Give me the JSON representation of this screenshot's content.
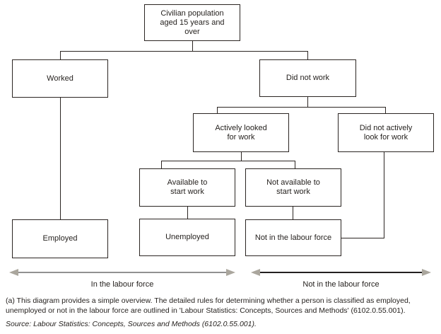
{
  "nodes": {
    "civilian": "Civilian population\naged 15 years and\nover",
    "worked": "Worked",
    "did_not_work": "Did not work",
    "actively_looked": "Actively looked\nfor work",
    "did_not_actively": "Did not actively\nlook for work",
    "available": "Available to\nstart work",
    "not_available": "Not available to\nstart work",
    "employed": "Employed",
    "unemployed": "Unemployed",
    "not_in_labour_force": "Not in the labour force"
  },
  "arrows": {
    "left_label": "In the labour force",
    "right_label": "Not in the labour force"
  },
  "footnote": "(a) This diagram provides a simple overview. The detailed rules for determining whether a person is classified as employed, unemployed or not in the labour force are outlined in 'Labour Statistics: Concepts, Sources and Methods' (6102.0.55.001).",
  "source": "Source: Labour Statistics: Concepts, Sources and Methods (6102.0.55.001).",
  "colors": {
    "box_border": "#2b2522",
    "connector_line": "#2b2522",
    "text": "#231f1c",
    "arrow_line_gray": "#919191",
    "arrow_line_dark": "#242020",
    "arrowhead": "#aaa69d",
    "background": "#ffffff"
  }
}
